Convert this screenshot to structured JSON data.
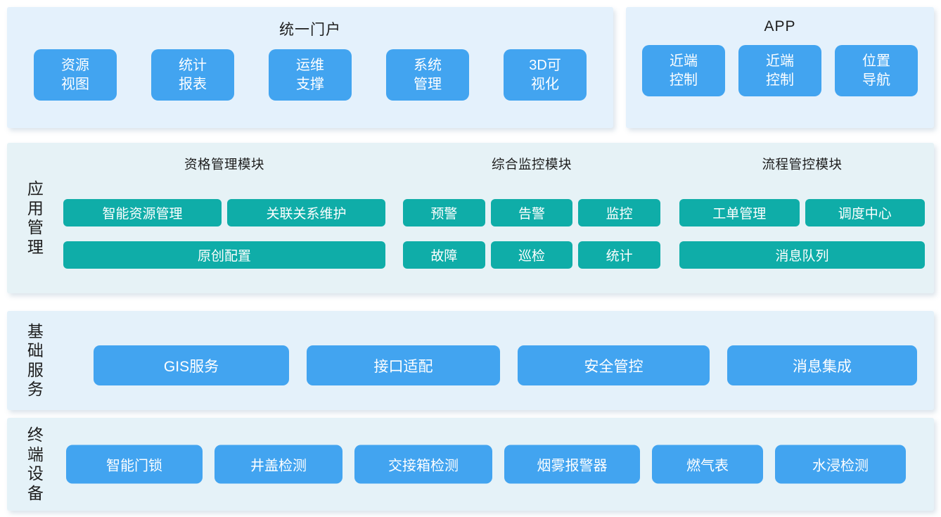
{
  "colors": {
    "blue": "#42a4f0",
    "teal": "#0fada8",
    "panel-blue": "#e4f1fc",
    "panel-teal": "#e6f2f6",
    "panel-base": "#e4f1fa",
    "panel-dev": "#e5f2f8",
    "text-dark": "#1d1d1d"
  },
  "portal": {
    "title": "统一门户",
    "buttons": [
      {
        "label": "资源\n视图"
      },
      {
        "label": "统计\n报表"
      },
      {
        "label": "运维\n支撑"
      },
      {
        "label": "系统\n管理"
      },
      {
        "label": "3D可\n视化"
      }
    ]
  },
  "app": {
    "title": "APP",
    "buttons": [
      {
        "label": "近端\n控制"
      },
      {
        "label": "近端\n控制"
      },
      {
        "label": "位置\n导航"
      }
    ]
  },
  "application_management": {
    "side_label": "应用管理",
    "sections": [
      {
        "title": "资格管理模块",
        "row1": [
          {
            "label": "智能资源管理"
          },
          {
            "label": "关联关系维护"
          }
        ],
        "row2": [
          {
            "label": "原创配置"
          }
        ]
      },
      {
        "title": "综合监控模块",
        "row1": [
          {
            "label": "预警"
          },
          {
            "label": "告警"
          },
          {
            "label": "监控"
          }
        ],
        "row2": [
          {
            "label": "故障"
          },
          {
            "label": "巡检"
          },
          {
            "label": "统计"
          }
        ]
      },
      {
        "title": "流程管控模块",
        "row1": [
          {
            "label": "工单管理"
          },
          {
            "label": "调度中心"
          }
        ],
        "row2": [
          {
            "label": "消息队列"
          }
        ]
      }
    ]
  },
  "base_services": {
    "side_label": "基础服务",
    "buttons": [
      {
        "label": "GIS服务"
      },
      {
        "label": "接口适配"
      },
      {
        "label": "安全管控"
      },
      {
        "label": "消息集成"
      }
    ]
  },
  "terminal_devices": {
    "side_label": "终端设备",
    "buttons": [
      {
        "label": "智能门锁"
      },
      {
        "label": "井盖检测"
      },
      {
        "label": "交接箱检测"
      },
      {
        "label": "烟雾报警器"
      },
      {
        "label": "燃气表"
      },
      {
        "label": "水浸检测"
      }
    ]
  }
}
